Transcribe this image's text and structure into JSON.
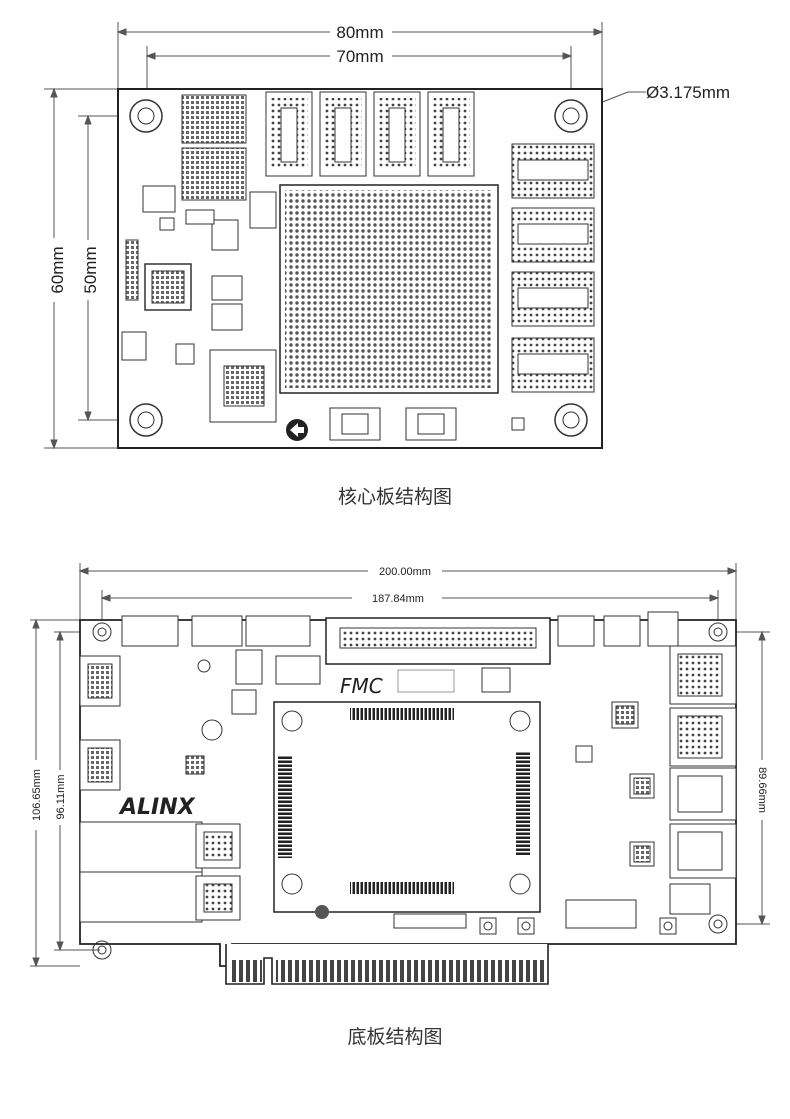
{
  "core_board": {
    "width_outer": "80mm",
    "width_inner": "70mm",
    "height_outer": "60mm",
    "height_inner": "50mm",
    "hole_diameter": "Ø3.175mm",
    "caption": "核心板结构图"
  },
  "base_board": {
    "width_outer": "200.00mm",
    "width_inner": "187.84mm",
    "height_outer": "106.65mm",
    "height_inner": "96.11mm",
    "height_right": "89.66mm",
    "logo": "ALINX",
    "fmc_label": "FMC",
    "caption": "底板结构图"
  }
}
